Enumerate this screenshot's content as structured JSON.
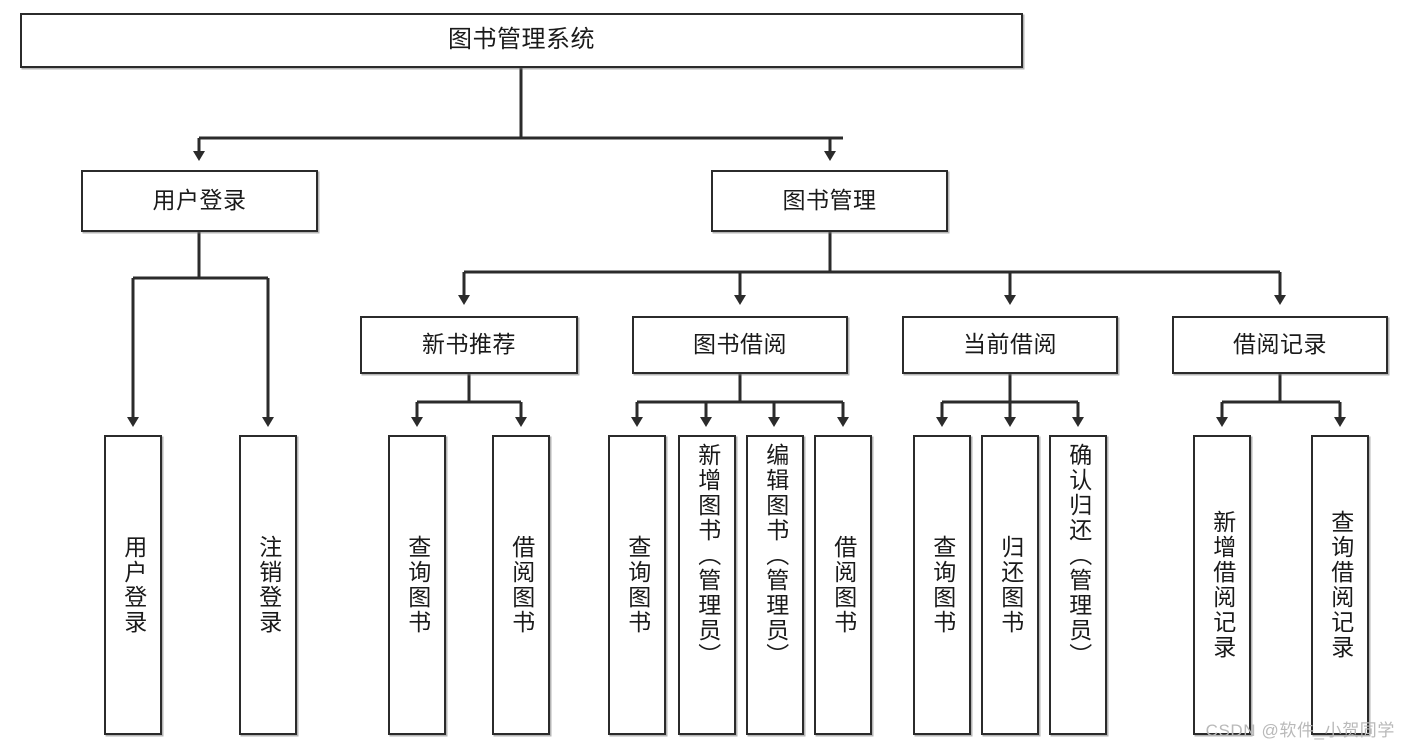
{
  "diagram": {
    "title": "图书管理系统",
    "type": "tree",
    "orientation": "top-down",
    "colors": {
      "box_border": "#2b2b2b",
      "box_fill": "#ffffff",
      "edge": "#2b2b2b",
      "text": "#1a1a1a",
      "watermark": "#b9b9b9",
      "background": "#ffffff"
    },
    "root": {
      "label": "图书管理系统"
    },
    "level2": [
      {
        "label": "用户登录"
      },
      {
        "label": "图书管理"
      }
    ],
    "level3": [
      {
        "label": "新书推荐"
      },
      {
        "label": "图书借阅"
      },
      {
        "label": "当前借阅"
      },
      {
        "label": "借阅记录"
      }
    ],
    "leaves": {
      "user_login": [
        {
          "label": "用户登录"
        },
        {
          "label": "注销登录"
        }
      ],
      "new_book_recommend": [
        {
          "label": "查询图书"
        },
        {
          "label": "借阅图书"
        }
      ],
      "book_borrow": [
        {
          "label": "查询图书"
        },
        {
          "label": "新增图书（管理员）"
        },
        {
          "label": "编辑图书（管理员）"
        },
        {
          "label": "借阅图书"
        }
      ],
      "current_borrow": [
        {
          "label": "查询图书"
        },
        {
          "label": "归还图书"
        },
        {
          "label": "确认归还（管理员）"
        }
      ],
      "borrow_record": [
        {
          "label": "新增借阅记录"
        },
        {
          "label": "查询借阅记录"
        }
      ]
    }
  },
  "watermark": {
    "text": "CSDN @软件_小贺同学"
  }
}
